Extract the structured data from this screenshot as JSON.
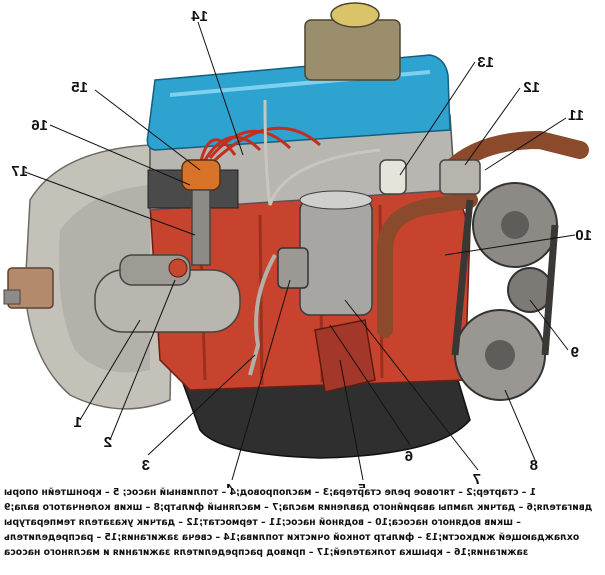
{
  "diagram": {
    "callouts": [
      {
        "id": "c1",
        "number": "1"
      },
      {
        "id": "c2",
        "number": "2"
      },
      {
        "id": "c3",
        "number": "3"
      },
      {
        "id": "c4",
        "number": "4"
      },
      {
        "id": "c5",
        "number": "5"
      },
      {
        "id": "c6",
        "number": "6"
      },
      {
        "id": "c7",
        "number": "7"
      },
      {
        "id": "c8",
        "number": "8"
      },
      {
        "id": "c9",
        "number": "9"
      },
      {
        "id": "c10",
        "number": "10"
      },
      {
        "id": "c11",
        "number": "11"
      },
      {
        "id": "c12",
        "number": "12"
      },
      {
        "id": "c13",
        "number": "13"
      },
      {
        "id": "c14",
        "number": "14"
      },
      {
        "id": "c15",
        "number": "15"
      },
      {
        "id": "c16",
        "number": "16"
      },
      {
        "id": "c17",
        "number": "17"
      }
    ],
    "colors": {
      "block": "#c8412c",
      "valve_cover": "#2fa3cf",
      "bell_housing": "#bfbcb4",
      "oil_pan": "#2b2b2b",
      "pipes": "#8a4a2b"
    }
  },
  "caption": {
    "lines": [
      "1 – стартер;2 – тяговое реле стартера;3 – маслопровод;4 – топливный насос; 5 – кронштейн опоры",
      "двигателя;6 – датчик лампы аварийного давления масла;7 – масляный фильтр;8 – шкив коленчатого вала;9",
      "– шкив водяного насоса;10 – водяной насос;11 – термостат;12 – датчик указателя температуры",
      "охлаждающей жидкости;13 – фильтр тонкой очистки топлива;14 – свеча зажигания;15 – распределитель",
      "зажигания;16 – крышка толкателей;17 – привод распределителя зажигания и масляного насоса"
    ]
  }
}
